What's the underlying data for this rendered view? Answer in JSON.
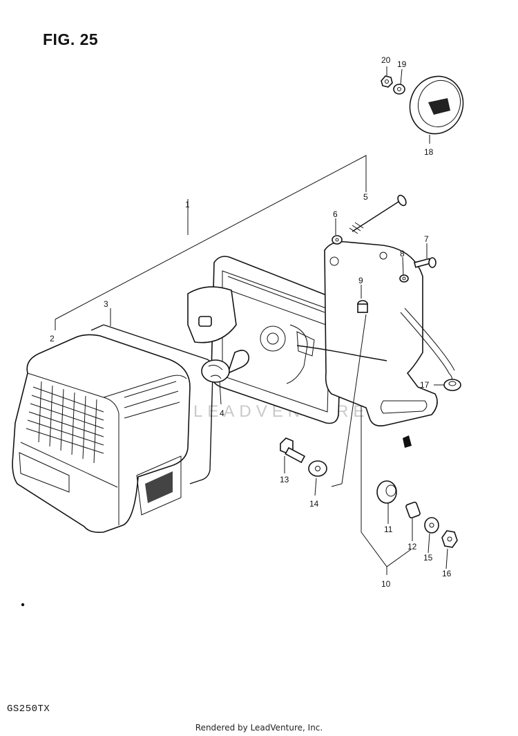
{
  "figure": {
    "title": "FIG. 25",
    "model_code": "GS250TX",
    "footer": "Rendered by LeadVenture, Inc."
  },
  "parts": [
    {
      "ref": "1"
    },
    {
      "ref": "2"
    },
    {
      "ref": "3"
    },
    {
      "ref": "4"
    },
    {
      "ref": "5"
    },
    {
      "ref": "6"
    },
    {
      "ref": "7"
    },
    {
      "ref": "8"
    },
    {
      "ref": "9"
    },
    {
      "ref": "10"
    },
    {
      "ref": "11"
    },
    {
      "ref": "12"
    },
    {
      "ref": "13"
    },
    {
      "ref": "14"
    },
    {
      "ref": "15"
    },
    {
      "ref": "16"
    },
    {
      "ref": "17"
    },
    {
      "ref": "18"
    },
    {
      "ref": "19"
    },
    {
      "ref": "20"
    }
  ]
}
